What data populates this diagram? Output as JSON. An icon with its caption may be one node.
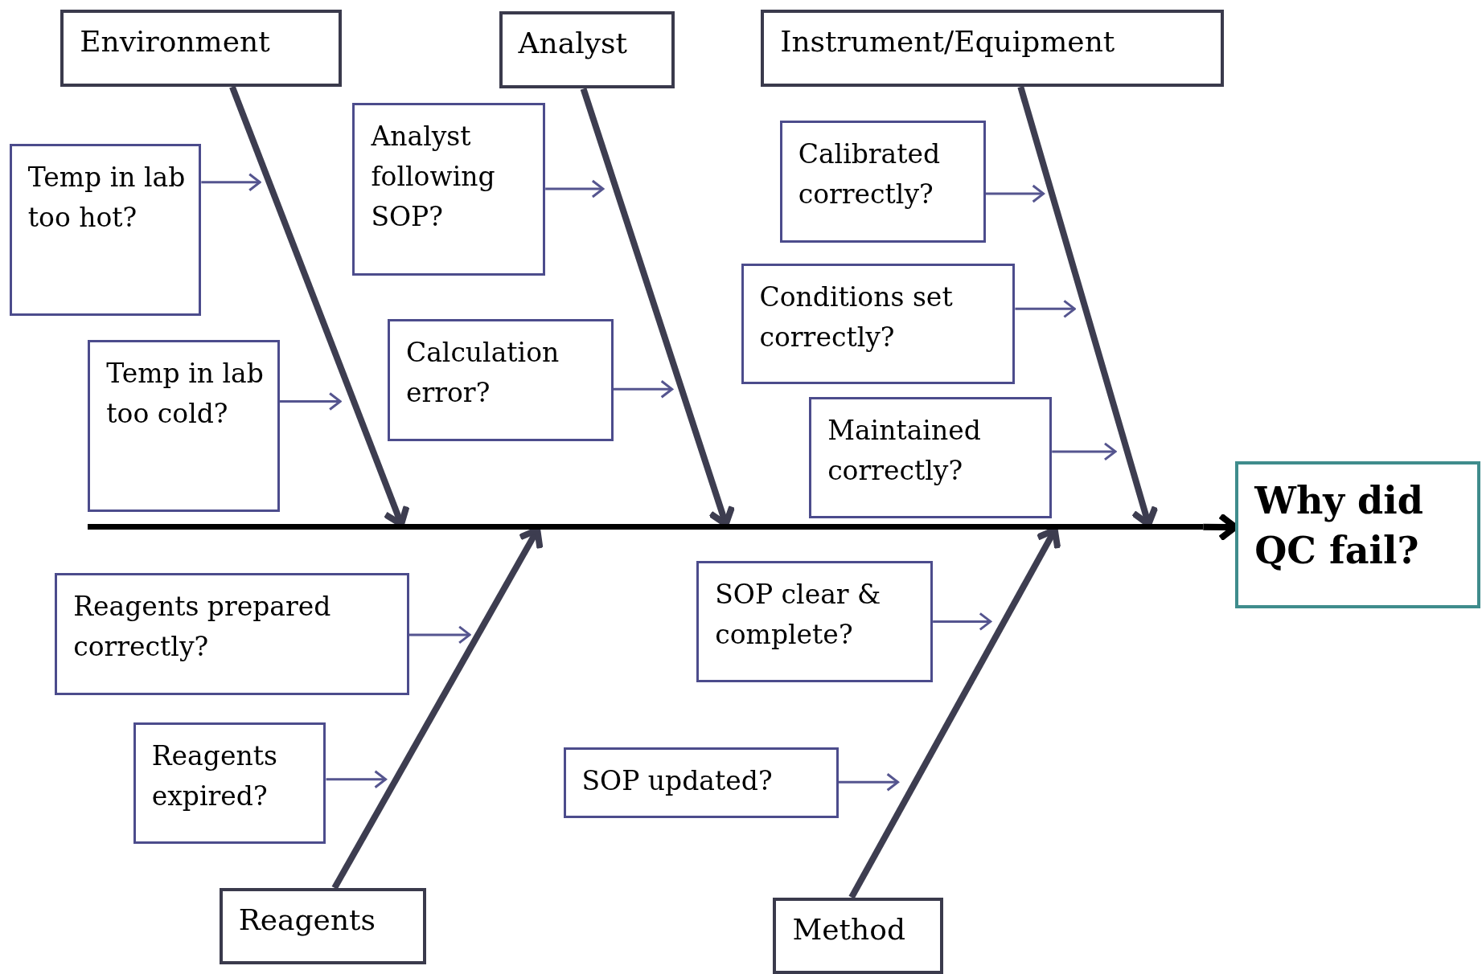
{
  "diagram": {
    "nodes": [
      {
        "text": [
          "Environment"
        ]
      },
      {
        "text": [
          "Analyst"
        ]
      },
      {
        "text": [
          "Instrument/Equipment"
        ]
      },
      {
        "text": [
          "Temp in lab too hot?"
        ]
      },
      {
        "text": [
          "Temp in lab too cold?"
        ]
      },
      {
        "text": [
          "Analyst following SOP?"
        ]
      },
      {
        "text": [
          "Calculation error?"
        ]
      },
      {
        "text": [
          "Calibrated correctly?"
        ]
      },
      {
        "text": [
          "Conditions set correctly?"
        ]
      },
      {
        "text": [
          "Maintained correctly?"
        ]
      },
      {
        "text": [
          "Why did QC fail?"
        ]
      },
      {
        "text": [
          "Reagents prepared correctly?"
        ]
      },
      {
        "text": [
          "Reagents expired?"
        ]
      },
      {
        "text": [
          "SOP clear & complete?"
        ]
      },
      {
        "text": [
          "SOP updated?"
        ]
      },
      {
        "text": [
          "Reagents"
        ]
      },
      {
        "text": [
          "Method"
        ]
      },
      {
        "text": [],
        "shape": "bar"
      }
    ],
    "edges": [
      {
        "from": 17,
        "to": 10,
        "arrow": "to",
        "style": "thick",
        "color": "#000000"
      },
      {
        "from": 0,
        "to": 17,
        "arrow": "to",
        "style": "thick",
        "color": "#3d3d50"
      },
      {
        "from": 1,
        "to": 17,
        "arrow": "to",
        "style": "thick",
        "color": "#3d3d50"
      },
      {
        "from": 2,
        "to": 17,
        "arrow": "to",
        "style": "thick",
        "color": "#3d3d50"
      },
      {
        "from": 15,
        "to": 17,
        "arrow": "to",
        "style": "thick",
        "color": "#3d3d50"
      },
      {
        "from": 16,
        "to": 17,
        "arrow": "to",
        "style": "thick",
        "color": "#3d3d50"
      },
      {
        "from": 3,
        "to": null,
        "arrow": "to"
      },
      {
        "from": 4,
        "to": null,
        "arrow": "to"
      },
      {
        "from": 5,
        "to": null,
        "arrow": "to"
      },
      {
        "from": 6,
        "to": null,
        "arrow": "to"
      },
      {
        "from": 7,
        "to": null,
        "arrow": "to"
      },
      {
        "from": 8,
        "to": null,
        "arrow": "to"
      },
      {
        "from": 9,
        "to": null,
        "arrow": "to"
      },
      {
        "from": 11,
        "to": null,
        "arrow": "to"
      },
      {
        "from": 12,
        "to": null,
        "arrow": "to"
      },
      {
        "from": 13,
        "to": null,
        "arrow": "to"
      },
      {
        "from": 14,
        "to": null,
        "arrow": "to"
      }
    ]
  }
}
